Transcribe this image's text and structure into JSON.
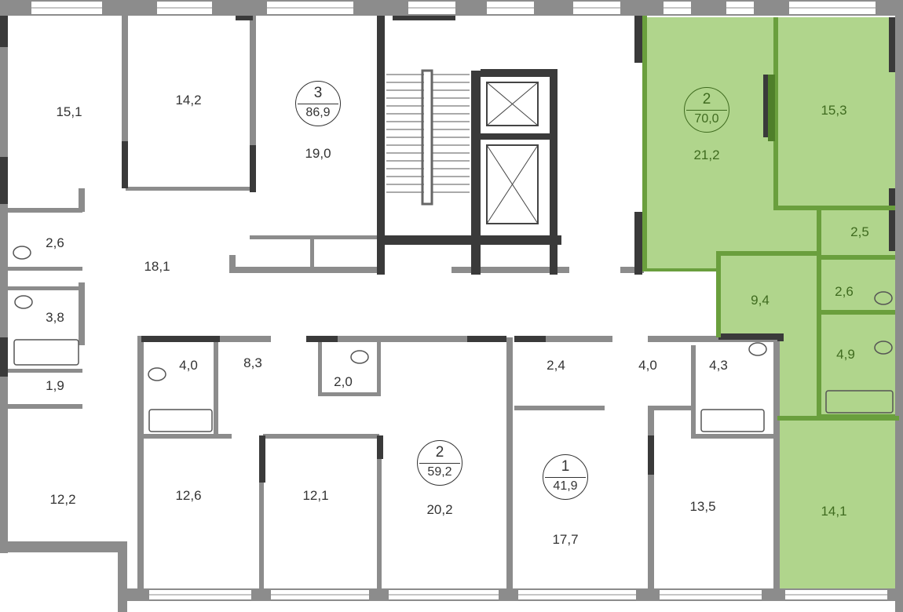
{
  "colors": {
    "wall": "#8c8c8c",
    "dark_wall": "#3a3a3a",
    "highlight_fill": "#b0d58c",
    "highlight_wall": "#6a9f3d",
    "highlight_text": "#3f6b1f"
  },
  "apartments": [
    {
      "rooms": "3",
      "area": "86,9",
      "highlighted": false
    },
    {
      "rooms": "2",
      "area": "59,2",
      "highlighted": false
    },
    {
      "rooms": "1",
      "area": "41,9",
      "highlighted": false
    },
    {
      "rooms": "2",
      "area": "70,0",
      "highlighted": true
    }
  ],
  "rooms": [
    {
      "area": "15,1"
    },
    {
      "area": "14,2"
    },
    {
      "area": "19,0"
    },
    {
      "area": "2,6"
    },
    {
      "area": "18,1"
    },
    {
      "area": "3,8"
    },
    {
      "area": "1,9"
    },
    {
      "area": "12,2"
    },
    {
      "area": "4,0"
    },
    {
      "area": "8,3"
    },
    {
      "area": "2,0"
    },
    {
      "area": "12,6"
    },
    {
      "area": "12,1"
    },
    {
      "area": "20,2"
    },
    {
      "area": "2,4"
    },
    {
      "area": "4,0"
    },
    {
      "area": "4,3"
    },
    {
      "area": "17,7"
    },
    {
      "area": "13,5"
    },
    {
      "area": "21,2",
      "highlighted": true
    },
    {
      "area": "15,3",
      "highlighted": true
    },
    {
      "area": "2,5",
      "highlighted": true
    },
    {
      "area": "9,4",
      "highlighted": true
    },
    {
      "area": "2,6",
      "highlighted": true
    },
    {
      "area": "4,9",
      "highlighted": true
    },
    {
      "area": "14,1",
      "highlighted": true
    }
  ]
}
